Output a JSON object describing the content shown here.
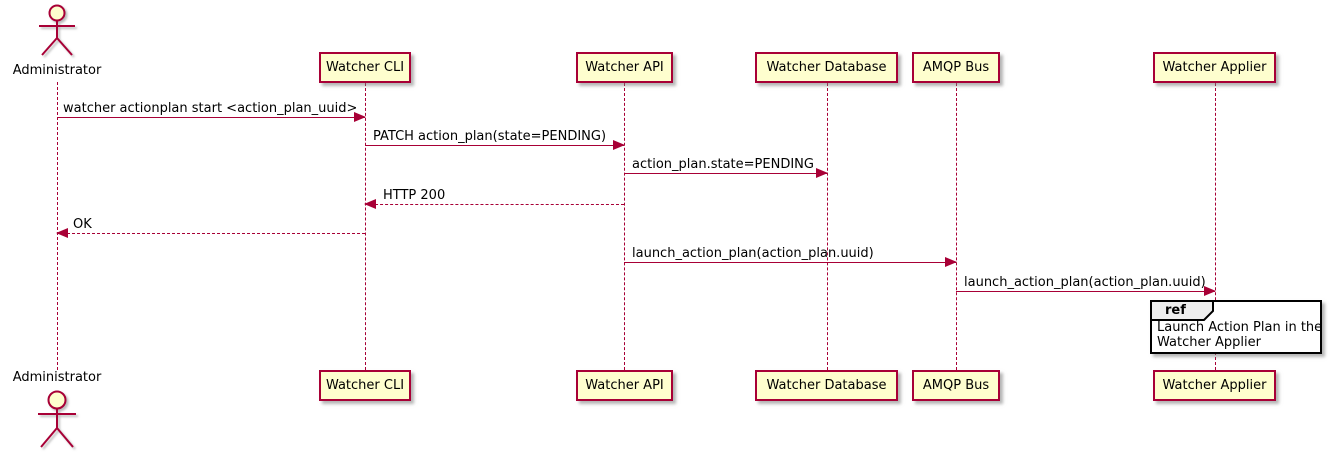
{
  "diagram_type": "uml-sequence-diagram",
  "colors": {
    "participant_fill": "#FEFECE",
    "participant_border": "#A80036",
    "lifeline": "#A80036",
    "arrow": "#A80036",
    "text": "#000000",
    "ref_border": "#000000",
    "ref_tab_fill": "#EEEEEE",
    "background": "#FFFFFF"
  },
  "actor": {
    "name": "Administrator"
  },
  "participants": [
    {
      "label": "Watcher CLI"
    },
    {
      "label": "Watcher API"
    },
    {
      "label": "Watcher Database"
    },
    {
      "label": "AMQP Bus"
    },
    {
      "label": "Watcher Applier"
    }
  ],
  "messages": [
    {
      "from": "Administrator",
      "to": "Watcher CLI",
      "label": "watcher actionplan start <action_plan_uuid>",
      "line": "solid",
      "direction": "right"
    },
    {
      "from": "Watcher CLI",
      "to": "Watcher API",
      "label": "PATCH action_plan(state=PENDING)",
      "line": "solid",
      "direction": "right"
    },
    {
      "from": "Watcher API",
      "to": "Watcher Database",
      "label": "action_plan.state=PENDING",
      "line": "solid",
      "direction": "right"
    },
    {
      "from": "Watcher API",
      "to": "Watcher CLI",
      "label": "HTTP 200",
      "line": "dashed",
      "direction": "left"
    },
    {
      "from": "Watcher CLI",
      "to": "Administrator",
      "label": "OK",
      "line": "dashed",
      "direction": "left"
    },
    {
      "from": "Watcher API",
      "to": "AMQP Bus",
      "label": "launch_action_plan(action_plan.uuid)",
      "line": "solid",
      "direction": "right"
    },
    {
      "from": "AMQP Bus",
      "to": "Watcher Applier",
      "label": "launch_action_plan(action_plan.uuid)",
      "line": "solid",
      "direction": "right"
    }
  ],
  "ref_fragment": {
    "keyword": "ref",
    "over": "Watcher Applier",
    "line1": "Launch Action Plan in the",
    "line2": "Watcher Applier"
  }
}
